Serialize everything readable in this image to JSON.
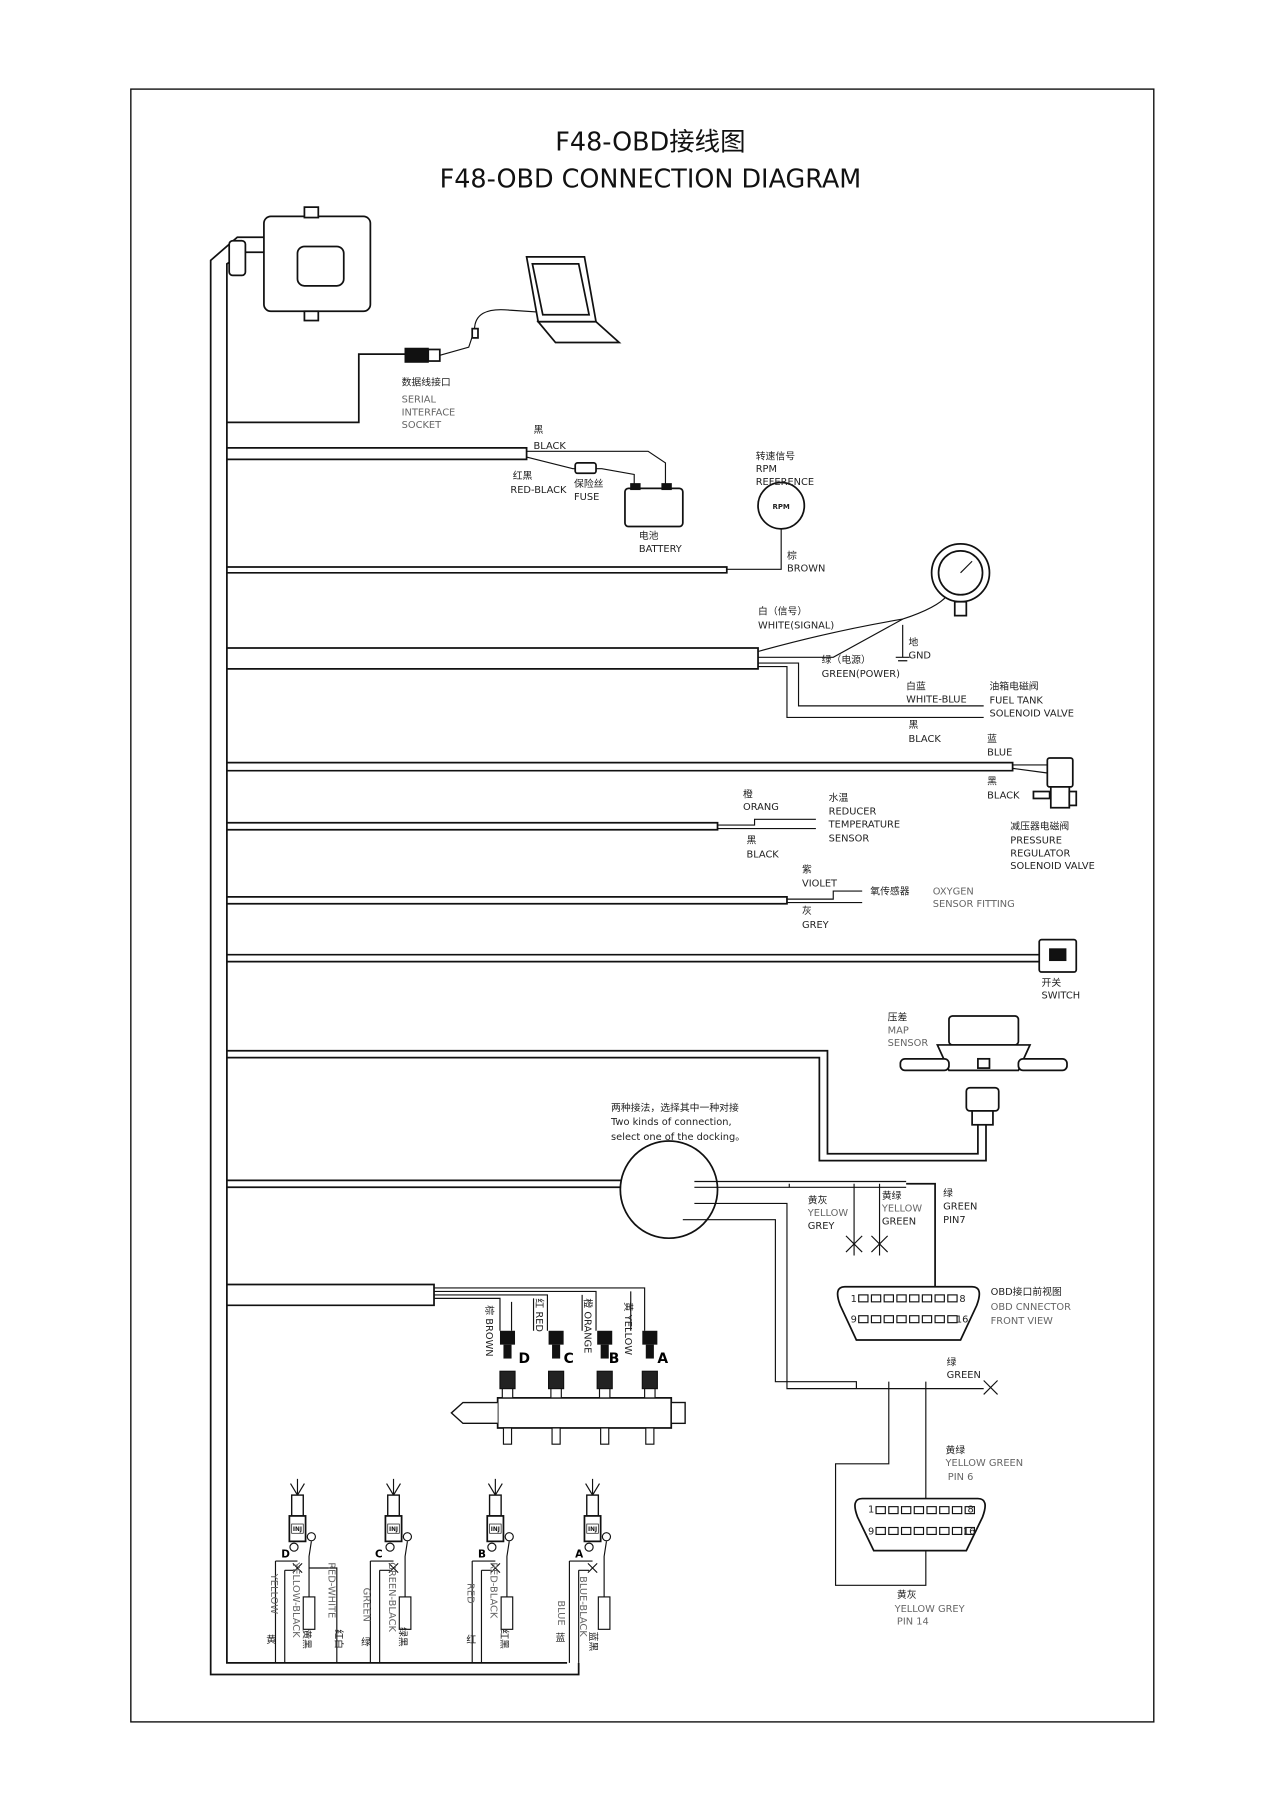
{
  "title": {
    "cn": "F48-OBD接线图",
    "en": "F48-OBD CONNECTION DIAGRAM"
  },
  "serial_socket": [
    "数据线接口",
    "SERIAL",
    "INTERFACE",
    "SOCKET"
  ],
  "battery_black": [
    "黑",
    "BLACK"
  ],
  "battery_redblack": [
    "红黑",
    "RED-BLACK"
  ],
  "fuse": [
    "保险丝",
    "FUSE"
  ],
  "battery": [
    "电池",
    "BATTERY"
  ],
  "rpm": [
    "转速信号",
    "RPM",
    "REFERENCE"
  ],
  "rpm_badge": "RPM",
  "brown": [
    "棕",
    "BROWN"
  ],
  "white_signal": [
    "白（信号）",
    "WHITE(SIGNAL)"
  ],
  "gnd": [
    "地",
    "GND"
  ],
  "green_power": [
    "绿（电源）",
    "GREEN(POWER)"
  ],
  "white_blue": [
    "白蓝",
    "WHITE-BLUE"
  ],
  "fuel_tank_valve": [
    "油箱电磁阀",
    "FUEL TANK",
    "SOLENOID VALVE"
  ],
  "fuel_black": [
    "黑",
    "BLACK"
  ],
  "reg_blue": [
    "蓝",
    "BLUE"
  ],
  "reg_black": [
    "黑",
    "BLACK"
  ],
  "pressure_regulator": [
    "减压器电磁阀",
    "PRESSURE",
    "REGULATOR",
    "SOLENOID VALVE"
  ],
  "orange": [
    "橙",
    "ORANG"
  ],
  "reducer_temp": [
    "水温",
    "REDUCER",
    "TEMPERATURE",
    "SENSOR"
  ],
  "temp_black": [
    "黑",
    "BLACK"
  ],
  "violet": [
    "紫",
    "VIOLET"
  ],
  "oxygen": [
    "氧传感器",
    "OXYGEN",
    "SENSOR FITTING"
  ],
  "grey": [
    "灰",
    "GREY"
  ],
  "switch": [
    "开关",
    "SWITCH"
  ],
  "map_sensor": [
    "压差",
    "MAP",
    "SENSOR"
  ],
  "connection_note": [
    "两种接法，选择其中一种对接",
    "Two kinds of connection,",
    "select one of the docking。"
  ],
  "yellow_grey_a": [
    "黄灰",
    "YELLOW",
    "GREY"
  ],
  "yellow_green_a": [
    "黄绿",
    "YELLOW",
    "GREEN"
  ],
  "green_pin7": [
    "绿",
    "GREEN",
    "PIN7"
  ],
  "obd_front": [
    "OBD接口前视图",
    "OBD CNNECTOR",
    "FRONT  VIEW"
  ],
  "obd_pins": [
    "1",
    "8",
    "9",
    "16"
  ],
  "green_b": [
    "绿",
    "GREEN"
  ],
  "yellow_green_pin6": [
    "黄绿",
    "YELLOW GREEN",
    "PIN 6"
  ],
  "yellow_grey_pin14": [
    "黄灰",
    "YELLOW GREY",
    "PIN 14"
  ],
  "injector_wires": [
    "棕 BROWN",
    "红 RED",
    "橙 ORANGE",
    "黄 YELLOW"
  ],
  "cylinders": [
    "D",
    "C",
    "B",
    "A"
  ],
  "injector_badge": "INJ",
  "bottom_wires": {
    "d": [
      "YELLOW",
      "YELLOW-BLACK",
      "RED-WHITE",
      "黄",
      "黄黑",
      "红白"
    ],
    "c": [
      "GREEN",
      "GREEN-BLACK",
      "绿",
      "绿黑"
    ],
    "b": [
      "RED",
      "RED-BLACK",
      "红",
      "红黑"
    ],
    "a": [
      "BLUE",
      "BLUE-BLACK",
      "蓝",
      "蓝黑"
    ]
  },
  "plus_minus": [
    "+",
    "−"
  ]
}
